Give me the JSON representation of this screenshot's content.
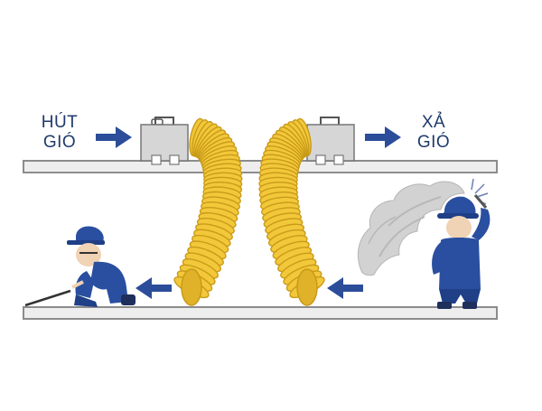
{
  "labels": {
    "intake_line1": "HÚT",
    "intake_line2": "GIÓ",
    "exhaust_line1": "XẢ",
    "exhaust_line2": "GIÓ"
  },
  "colors": {
    "arrow_blue": "#2b4d9a",
    "duct_yellow": "#f2c83a",
    "duct_yellow_dark": "#c99a18",
    "wall_grey": "#8c8c8c",
    "wall_fill": "#eeeeee",
    "fan_grey": "#d4d4d4",
    "worker_blue": "#2a4fa0",
    "smoke_grey": "#cfcfcf"
  }
}
